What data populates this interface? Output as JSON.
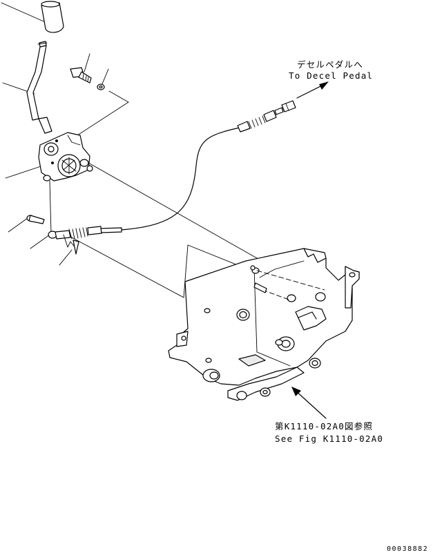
{
  "callouts": {
    "decel_pedal_jp": "デセルペダルへ",
    "decel_pedal_en": "To Decel Pedal",
    "see_fig_jp": "第K1110-02A0図参照",
    "see_fig_en": "See Fig K1110-02A0"
  },
  "drawing_number": "00038882"
}
